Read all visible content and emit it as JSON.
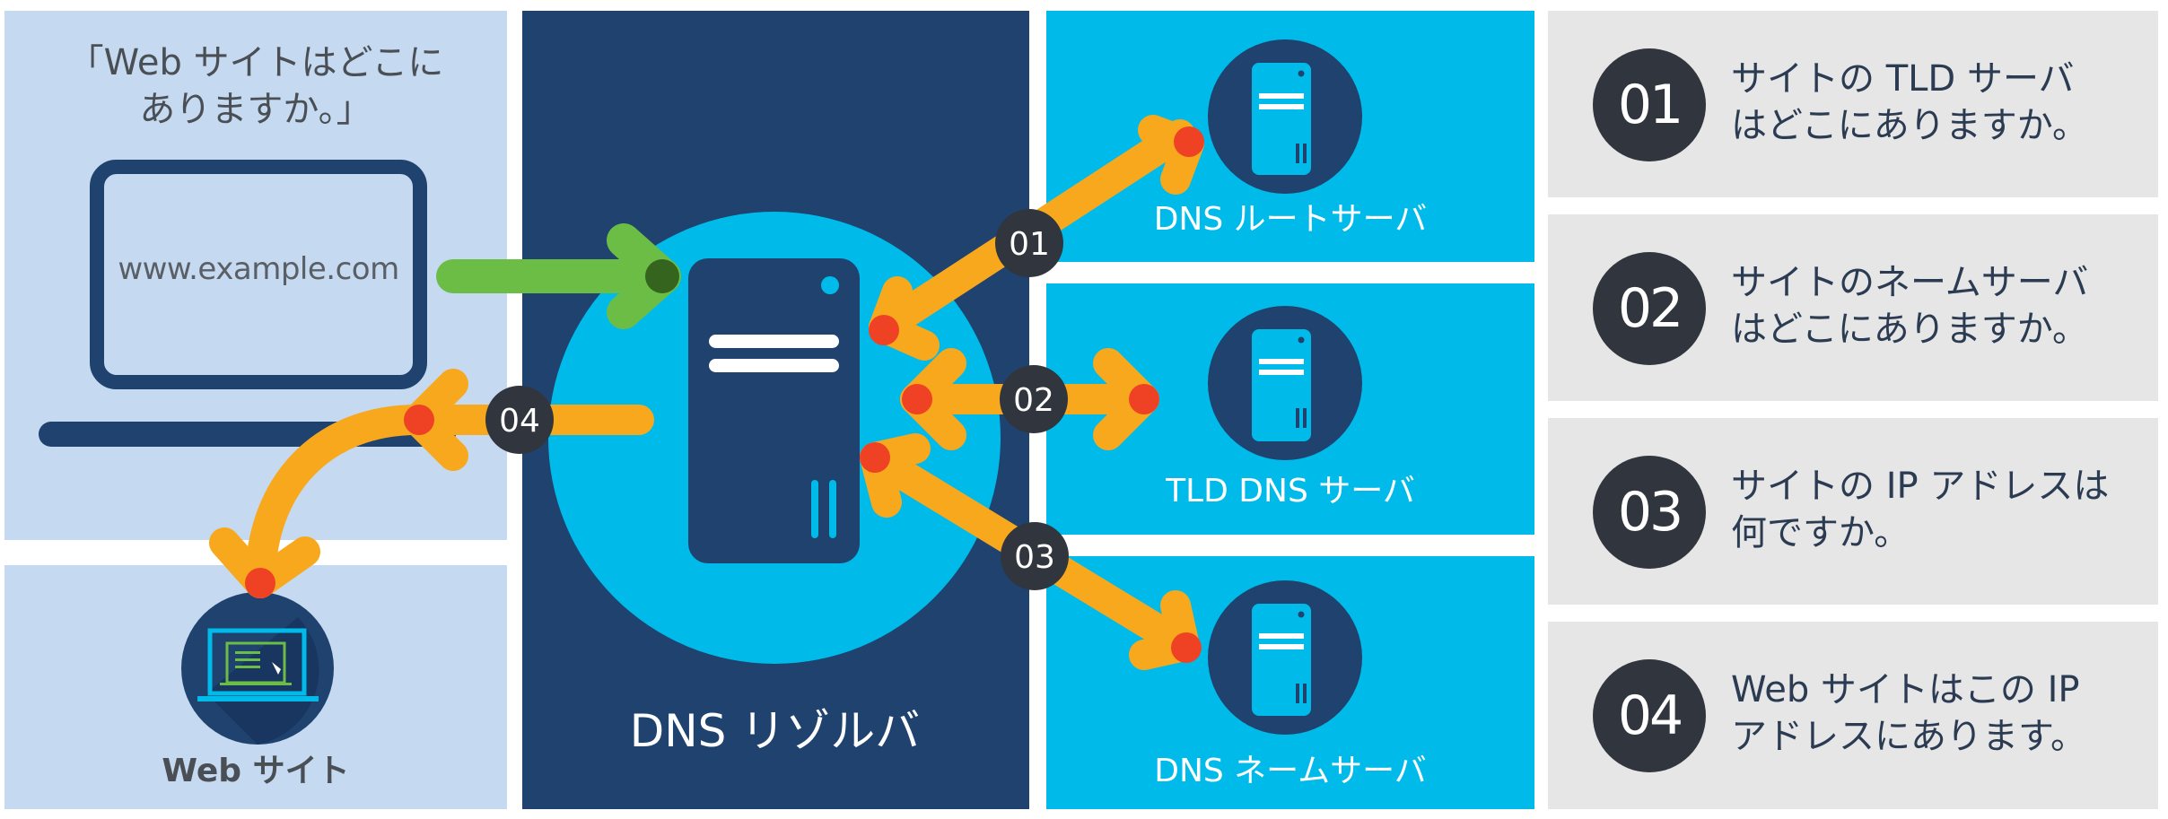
{
  "colors": {
    "light_panel": "#c5d9f0",
    "resolver_panel": "#1f426f",
    "cyan": "#00bbea",
    "gray_panel": "#e6e6e6",
    "badge": "#31353d",
    "arrow_orange": "#f8a81c",
    "arrow_red": "#ef4123",
    "arrow_green": "#6cbd45"
  },
  "client": {
    "question": "「Web サイトはどこにありますか。」",
    "question_line1": "「Web サイトはどこに",
    "question_line2": "ありますか。」",
    "url": "www.example.com",
    "laptop_icon": "laptop-icon"
  },
  "website": {
    "label": "Web サイト",
    "icon": "website-laptop-icon"
  },
  "resolver": {
    "label": "DNS リゾルバ",
    "icon": "server-icon"
  },
  "servers": [
    {
      "label": "DNS ルートサーバ",
      "icon": "server-icon"
    },
    {
      "label": "TLD DNS サーバ",
      "icon": "server-icon"
    },
    {
      "label": "DNS ネームサーバ",
      "icon": "server-icon"
    }
  ],
  "badges": [
    "01",
    "02",
    "03",
    "04"
  ],
  "steps": [
    {
      "num": "01",
      "line1": "サイトの TLD サーバ",
      "line2": "はどこにありますか。"
    },
    {
      "num": "02",
      "line1": "サイトのネームサーバ",
      "line2": "はどこにありますか。"
    },
    {
      "num": "03",
      "line1": "サイトの IP アドレスは",
      "line2": "何ですか。"
    },
    {
      "num": "04",
      "line1": "Web サイトはこの IP",
      "line2": "アドレスにあります。"
    }
  ]
}
